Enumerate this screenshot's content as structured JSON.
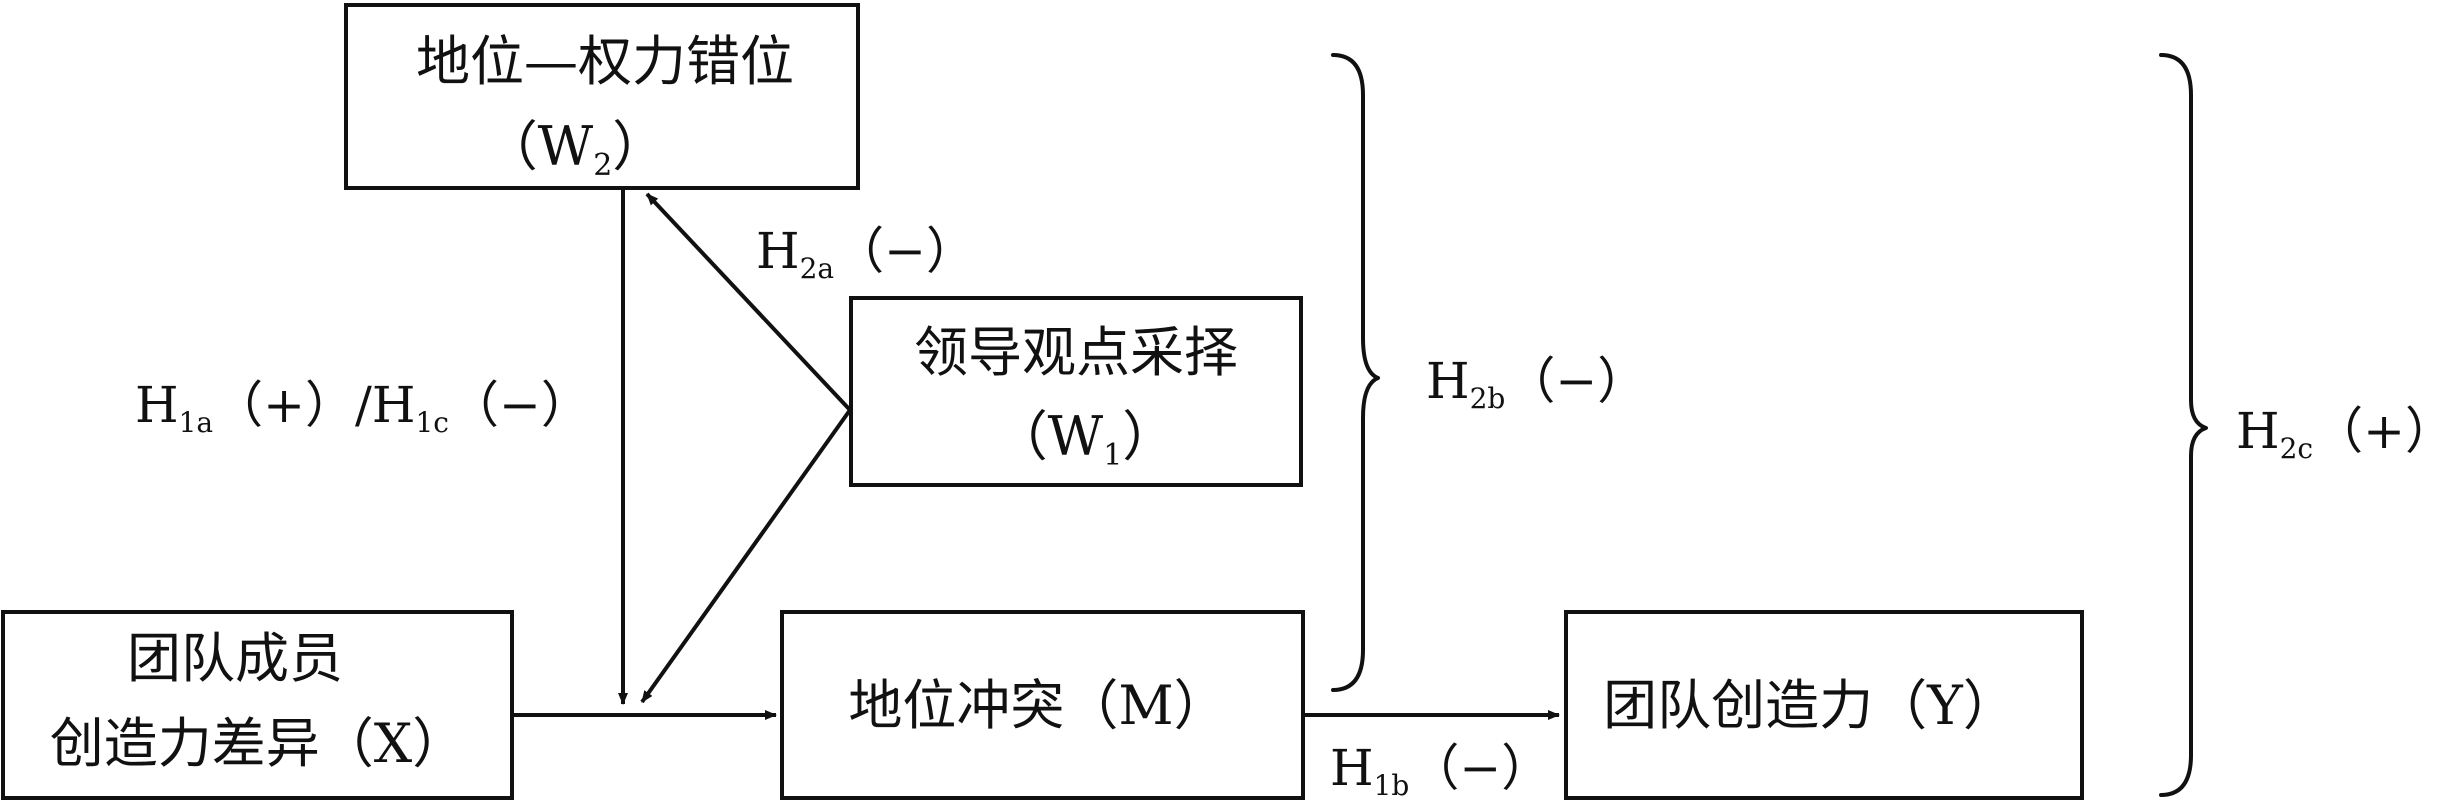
{
  "colors": {
    "line": "#111111",
    "background": "#ffffff"
  },
  "nodes": {
    "w2": {
      "line1": "地位—权力错位",
      "line2_pre": "（W",
      "line2_sub": "2",
      "line2_post": "）"
    },
    "w1": {
      "line1": "领导观点采择",
      "line2_pre": "（W",
      "line2_sub": "1",
      "line2_post": "）"
    },
    "x": {
      "line1": "团队成员",
      "line2": "创造力差异（X）"
    },
    "m": {
      "label": "地位冲突（M）"
    },
    "y": {
      "label": "团队创造力（Y）"
    }
  },
  "paths": {
    "h2a": {
      "base": "H",
      "sub": "2a",
      "sign": "（−）"
    },
    "h1a_h1c": {
      "base1": "H",
      "sub1": "1a",
      "sign1": "（+）/",
      "base2": "H",
      "sub2": "1c",
      "sign2": "（−）"
    },
    "h2b": {
      "base": "H",
      "sub": "2b",
      "sign": "（−）"
    },
    "h2c": {
      "base": "H",
      "sub": "2c",
      "sign": "（+）"
    },
    "h1b": {
      "base": "H",
      "sub": "1b",
      "sign": "（−）"
    }
  }
}
